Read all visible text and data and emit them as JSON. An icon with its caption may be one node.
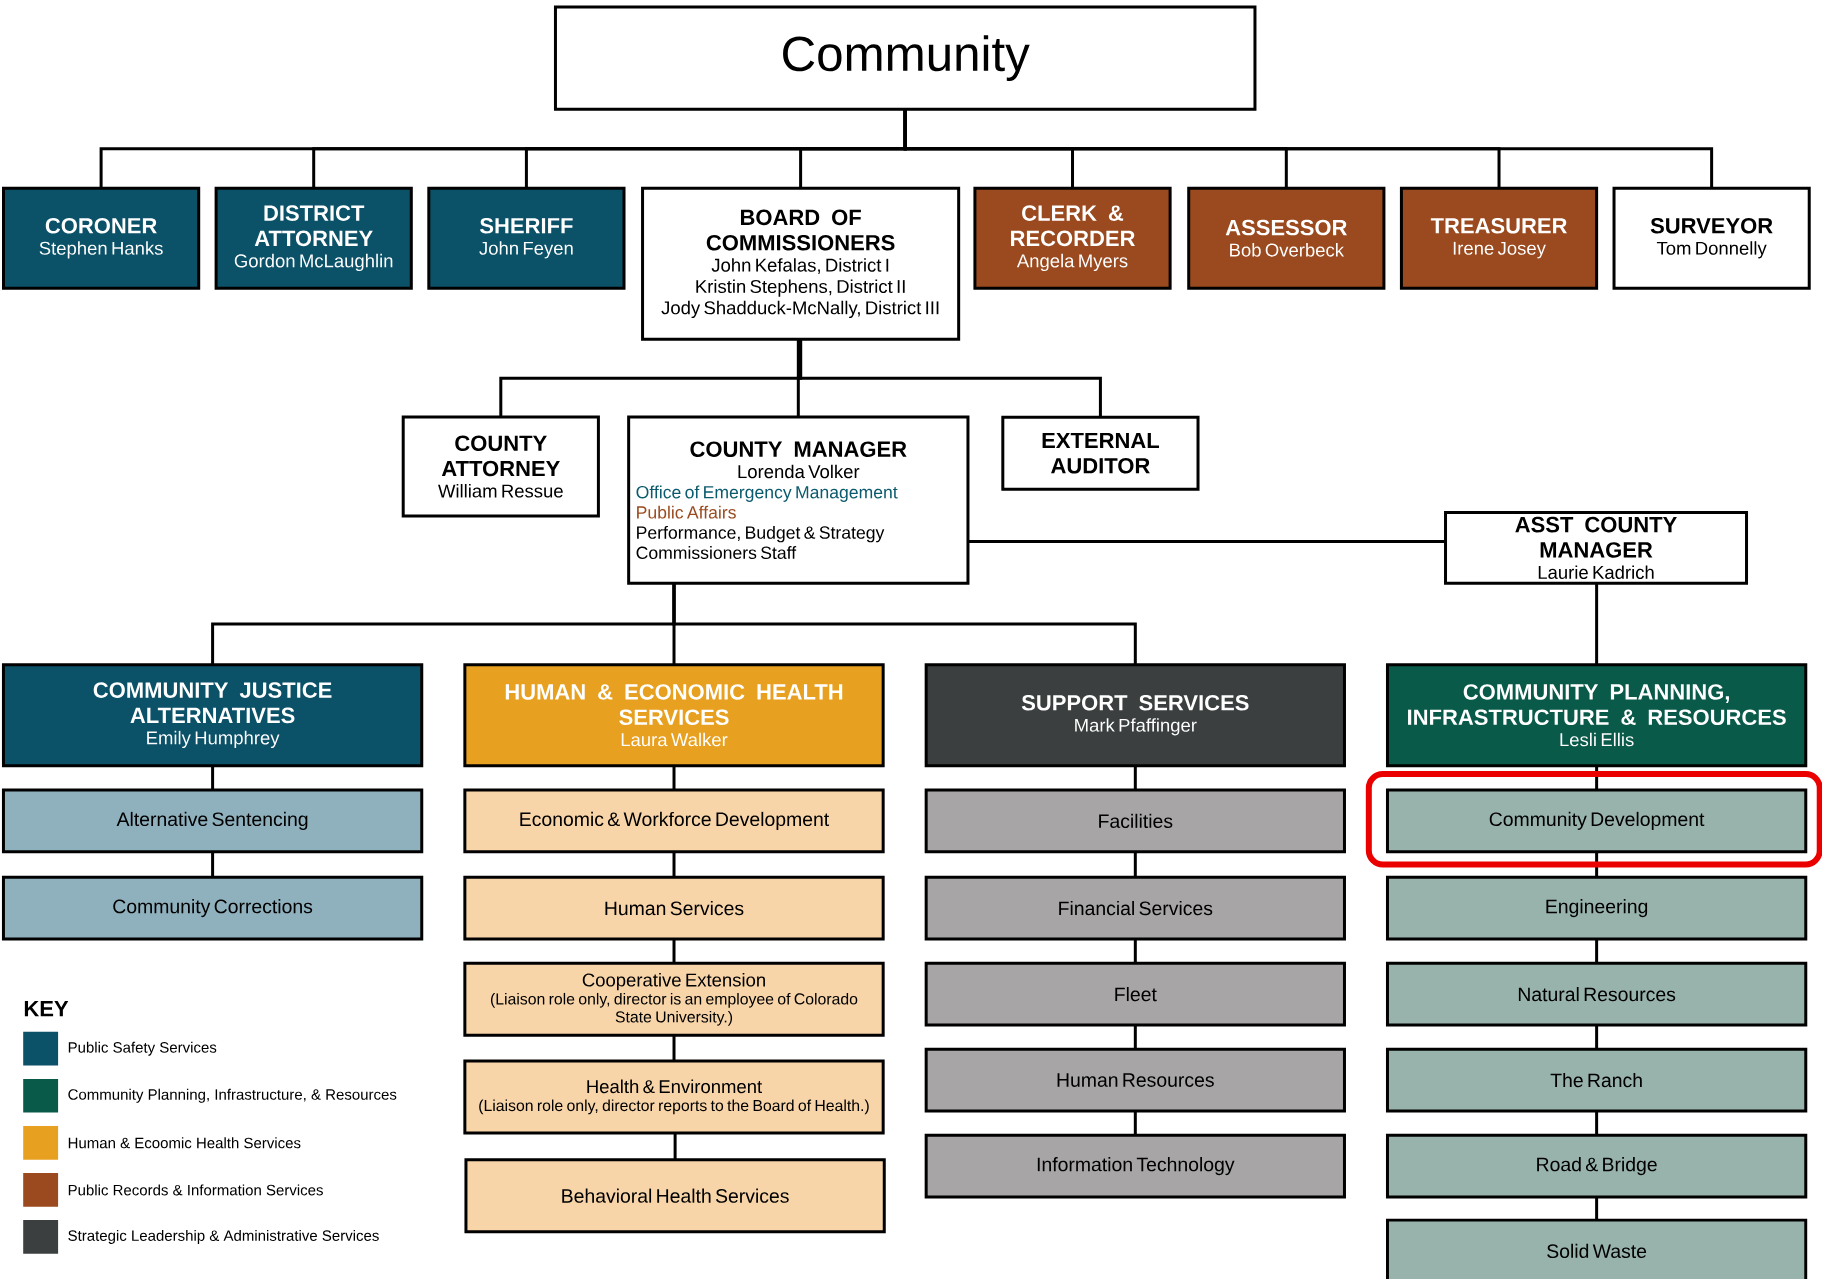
{
  "diagram": {
    "nodes": [
      {
        "text": [
          "Community"
        ]
      },
      {
        "text": [
          "CORONER",
          "Stephen Hanks"
        ]
      },
      {
        "text": [
          "DISTRICT ATTORNEY",
          "Gordon McLaughlin"
        ]
      },
      {
        "text": [
          "SHERIFF",
          "John Feyen"
        ]
      },
      {
        "text": [
          "BOARD OF COMMISSIONERS",
          "John Kefalas, District I",
          "Kristin Stephens, District II",
          "Jody Shadduck-McNally, District III"
        ]
      },
      {
        "text": [
          "CLERK & RECORDER",
          "Angela Myers"
        ]
      },
      {
        "text": [
          "ASSESSOR",
          "Bob Overbeck"
        ]
      },
      {
        "text": [
          "TREASURER",
          "Irene Josey"
        ]
      },
      {
        "text": [
          "SURVEYOR",
          "Tom Donnelly"
        ]
      },
      {
        "text": [
          "COUNTY ATTORNEY",
          "William Ressue"
        ]
      },
      {
        "text": [
          "COUNTY MANAGER",
          "Lorenda Volker",
          "Office of Emergency Management",
          "Public Affairs",
          "Performance, Budget & Strategy",
          "Commissioners Staff"
        ]
      },
      {
        "text": [
          "EXTERNAL AUDITOR"
        ]
      },
      {
        "text": [
          "ASST COUNTY MANAGER",
          "Laurie Kadrich"
        ]
      },
      {
        "text": [
          "COMMUNITY JUSTICE ALTERNATIVES",
          "Emily Humphrey"
        ]
      },
      {
        "text": [
          "HUMAN & ECONOMIC HEALTH SERVICES",
          "Laura Walker"
        ]
      },
      {
        "text": [
          "SUPPORT SERVICES",
          "Mark Pfaffinger"
        ]
      },
      {
        "text": [
          "COMMUNITY PLANNING, INFRASTRUCTURE & RESOURCES",
          "Lesli Ellis"
        ]
      },
      {
        "text": [
          "Alternative Sentencing"
        ]
      },
      {
        "text": [
          "Community Corrections"
        ]
      },
      {
        "text": [
          "Economic & Workforce Development"
        ]
      },
      {
        "text": [
          "Human Services"
        ]
      },
      {
        "text": [
          "Cooperative Extension",
          "(Liaison role only, director is an employee of Colorado State University.)"
        ]
      },
      {
        "text": [
          "Health & Environment",
          "(Liaison role only, director reports to the Board of Health.)"
        ]
      },
      {
        "text": [
          "Behavioral Health Services"
        ]
      },
      {
        "text": [
          "Facilities"
        ]
      },
      {
        "text": [
          "Financial Services"
        ]
      },
      {
        "text": [
          "Fleet"
        ]
      },
      {
        "text": [
          "Human Resources"
        ]
      },
      {
        "text": [
          "Information Technology"
        ]
      },
      {
        "text": [
          "Community Development"
        ]
      },
      {
        "text": [
          "Engineering"
        ]
      },
      {
        "text": [
          "Natural Resources"
        ]
      },
      {
        "text": [
          "The Ranch"
        ]
      },
      {
        "text": [
          "Road & Bridge"
        ]
      },
      {
        "text": [
          "Solid Waste"
        ]
      }
    ],
    "edges": [
      {
        "from": 0,
        "to": 1,
        "arrow": "none"
      },
      {
        "from": 0,
        "to": 2,
        "arrow": "none"
      },
      {
        "from": 0,
        "to": 3,
        "arrow": "none"
      },
      {
        "from": 0,
        "to": 4,
        "arrow": "none"
      },
      {
        "from": 0,
        "to": 5,
        "arrow": "none"
      },
      {
        "from": 0,
        "to": 6,
        "arrow": "none"
      },
      {
        "from": 0,
        "to": 7,
        "arrow": "none"
      },
      {
        "from": 0,
        "to": 8,
        "arrow": "none"
      },
      {
        "from": 4,
        "to": 9,
        "arrow": "none"
      },
      {
        "from": 4,
        "to": 10,
        "arrow": "none"
      },
      {
        "from": 4,
        "to": 11,
        "arrow": "none"
      },
      {
        "from": 10,
        "to": 12,
        "arrow": "none"
      },
      {
        "from": 10,
        "to": 13,
        "arrow": "none"
      },
      {
        "from": 10,
        "to": 14,
        "arrow": "none"
      },
      {
        "from": 10,
        "to": 15,
        "arrow": "none"
      },
      {
        "from": 12,
        "to": 16,
        "arrow": "none"
      },
      {
        "from": 13,
        "to": 17,
        "arrow": "none"
      },
      {
        "from": 17,
        "to": 18,
        "arrow": "none"
      },
      {
        "from": 14,
        "to": 19,
        "arrow": "none"
      },
      {
        "from": 19,
        "to": 20,
        "arrow": "none"
      },
      {
        "from": 20,
        "to": 21,
        "arrow": "none"
      },
      {
        "from": 21,
        "to": 22,
        "arrow": "none"
      },
      {
        "from": 22,
        "to": 23,
        "arrow": "none"
      },
      {
        "from": 15,
        "to": 24,
        "arrow": "none"
      },
      {
        "from": 24,
        "to": 25,
        "arrow": "none"
      },
      {
        "from": 25,
        "to": 26,
        "arrow": "none"
      },
      {
        "from": 26,
        "to": 27,
        "arrow": "none"
      },
      {
        "from": 27,
        "to": 28,
        "arrow": "none"
      },
      {
        "from": 16,
        "to": 29,
        "arrow": "none"
      },
      {
        "from": 29,
        "to": 30,
        "arrow": "none"
      },
      {
        "from": 30,
        "to": 31,
        "arrow": "none"
      },
      {
        "from": 31,
        "to": 32,
        "arrow": "none"
      },
      {
        "from": 32,
        "to": 33,
        "arrow": "none"
      },
      {
        "from": 33,
        "to": 34,
        "arrow": "none"
      }
    ],
    "labels": [
      "KEY"
    ],
    "legend": [
      {
        "text": "Public Safety Services",
        "color": "#0b5168"
      },
      {
        "text": "Community Planning, Infrastructure, & Resources",
        "color": "#0a5a4a"
      },
      {
        "text": "Human & Ecoomic Health Services",
        "color": "#e8a020"
      },
      {
        "text": "Public Records & Information Services",
        "color": "#9a4a1e"
      },
      {
        "text": "Strategic Leadership & Administrative Services",
        "color": "#3b3f3f"
      }
    ]
  }
}
